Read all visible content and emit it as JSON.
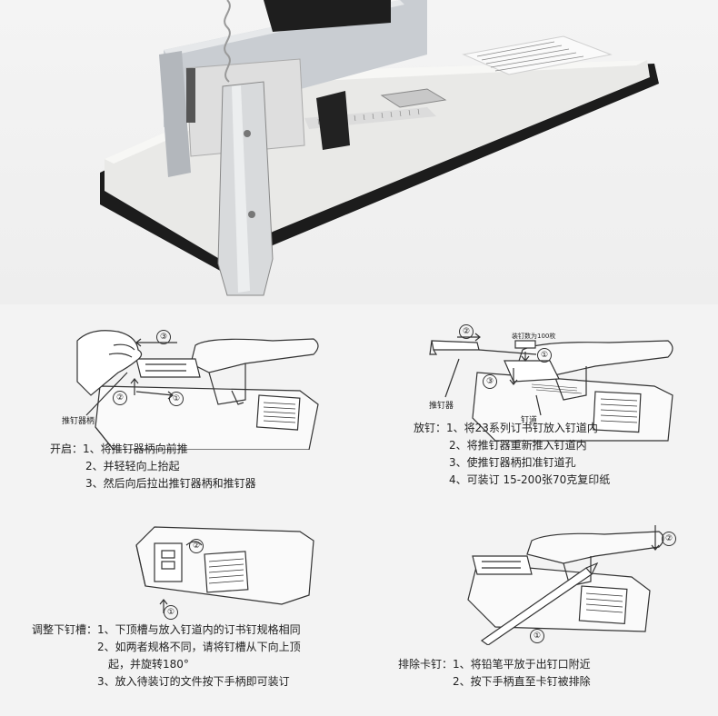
{
  "panels": {
    "open": {
      "handle_label": "推钉器柄",
      "marks": [
        "①",
        "②",
        "③"
      ],
      "caption_head": "开启：",
      "steps": [
        "1、将推钉器柄向前推",
        "2、并轻轻向上抬起",
        "3、然后向后拉出推钉器柄和推钉器"
      ]
    },
    "load": {
      "pusher_label": "推钉器",
      "channel_label": "钉道",
      "capacity_label": "装钉数为100枚",
      "marks": [
        "①",
        "②",
        "③"
      ],
      "caption_head": "放钉：",
      "steps": [
        "1、将23系列订书钉放入钉道内",
        "2、将推钉器重新推入钉道内",
        "3、使推钉器柄扣准钉道孔",
        "4、可装订 15-200张70克复印纸"
      ]
    },
    "adjust": {
      "marks": [
        "①",
        "②"
      ],
      "caption_head": "调整下钉槽：",
      "steps": [
        "1、下顶槽与放入钉道内的订书钉规格相同",
        "2、如两者规格不同，请将钉槽从下向上顶",
        "起，并旋转180°",
        "3、放入待装订的文件按下手柄即可装订"
      ]
    },
    "jam": {
      "marks": [
        "①",
        "②"
      ],
      "caption_head": "排除卡钉：",
      "steps": [
        "1、将铅笔平放于出钉口附近",
        "2、按下手柄直至卡钉被排除"
      ]
    }
  }
}
